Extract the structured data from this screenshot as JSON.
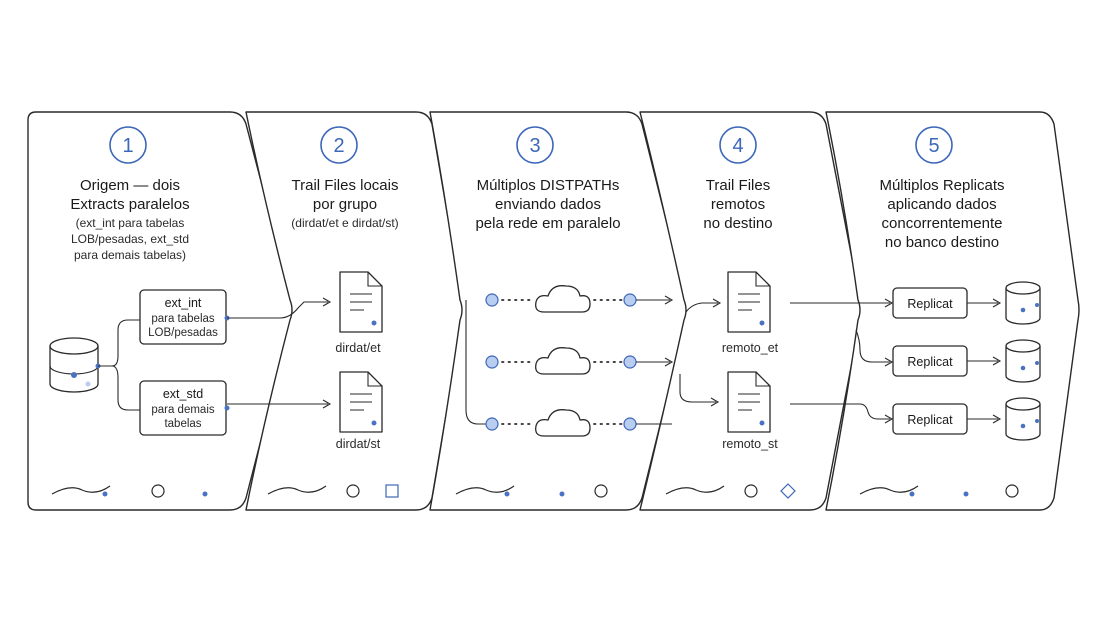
{
  "stages": [
    {
      "number": "1",
      "title": [
        "Origem — dois",
        "Extracts paralelos"
      ],
      "subtitle": [
        "(ext_int para tabelas",
        "LOB/pesadas, ext_std",
        "para demais tabelas)"
      ]
    },
    {
      "number": "2",
      "title": [
        "Trail Files locais",
        "por grupo"
      ],
      "subtitle": [
        "(dirdat/et e dirdat/st)"
      ]
    },
    {
      "number": "3",
      "title": [
        "Múltiplos DISTPATHs",
        "enviando dados",
        "pela rede em paralelo"
      ],
      "subtitle": []
    },
    {
      "number": "4",
      "title": [
        "Trail Files",
        "remotos",
        "no destino"
      ],
      "subtitle": []
    },
    {
      "number": "5",
      "title": [
        "Múltiplos Replicats",
        "aplicando dados",
        "concorrentemente",
        "no banco destino"
      ],
      "subtitle": []
    }
  ],
  "extracts": [
    {
      "name": "ext_int",
      "desc": [
        "para tabelas",
        "LOB/pesadas"
      ]
    },
    {
      "name": "ext_std",
      "desc": [
        "para demais",
        "tabelas"
      ]
    }
  ],
  "local_trails": [
    "dirdat/et",
    "dirdat/st"
  ],
  "remote_trails": [
    "remoto_et",
    "remoto_st"
  ],
  "replicats": [
    "Replicat",
    "Replicat",
    "Replicat"
  ],
  "colors": {
    "accent": "#3d67b8",
    "stroke": "#2a2a2a",
    "node_fill": "#b9cdf0"
  }
}
